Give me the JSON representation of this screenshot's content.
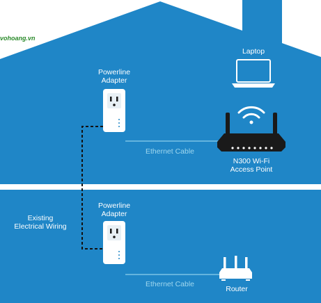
{
  "watermark": {
    "text": "vohoang.vn"
  },
  "upper_floor": {
    "adapter_label_1": "Powerline",
    "adapter_label_2": "Adapter",
    "cable_label": "Ethernet Cable",
    "laptop_label": "Laptop",
    "ap_label_1": "N300 Wi-Fi",
    "ap_label_2": "Access Point"
  },
  "lower_floor": {
    "adapter_label_1": "Powerline",
    "adapter_label_2": "Adapter",
    "cable_label": "Ethernet Cable",
    "router_label": "Router",
    "wiring_label_1": "Existing",
    "wiring_label_2": "Electrical Wiring"
  },
  "colors": {
    "house_blue": "#1f86c7",
    "floor_divider": "#ffffff",
    "cable_blue": "#7cc4e6",
    "device_dark": "#1a1a1a",
    "device_white": "#ffffff"
  },
  "icons": [
    "logo-mark",
    "laptop-icon",
    "wifi-icon",
    "access-point-icon",
    "router-icon",
    "powerline-adapter-icon"
  ]
}
